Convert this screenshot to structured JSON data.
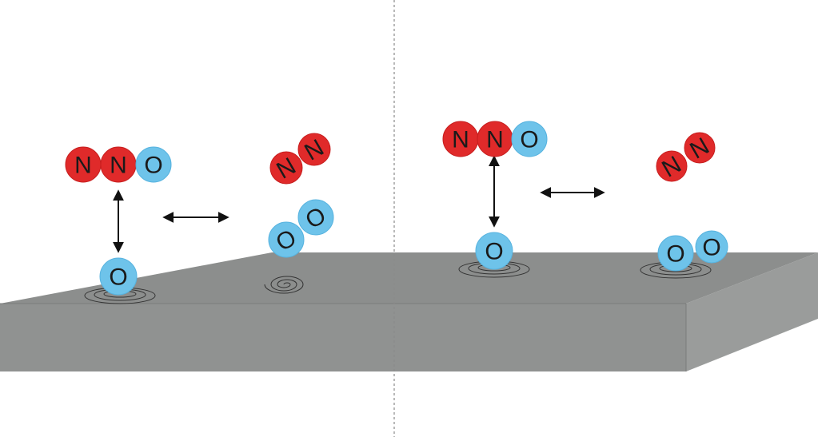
{
  "colors": {
    "nitrogen": "#e02a2a",
    "oxygen": "#6ec3ea",
    "surface_top": "#8c8e8d",
    "surface_front": "#909291",
    "surface_side": "#9a9c9b",
    "divider": "#8a8a8a",
    "arrow": "#111111"
  },
  "labels": {
    "nitrogen": "N",
    "oxygen": "O"
  },
  "panels": [
    {
      "id": "left",
      "reactant": [
        "N",
        "N",
        "O"
      ],
      "adsorbate": [
        "O"
      ],
      "products": {
        "n2": [
          "N",
          "N"
        ],
        "o2": [
          "O",
          "O"
        ],
        "o2_adsorbed": false
      }
    },
    {
      "id": "right",
      "reactant": [
        "N",
        "N",
        "O"
      ],
      "adsorbate": [
        "O"
      ],
      "products": {
        "n2": [
          "N",
          "N"
        ],
        "o2": [
          "O",
          "O"
        ],
        "o2_adsorbed": true
      }
    }
  ]
}
